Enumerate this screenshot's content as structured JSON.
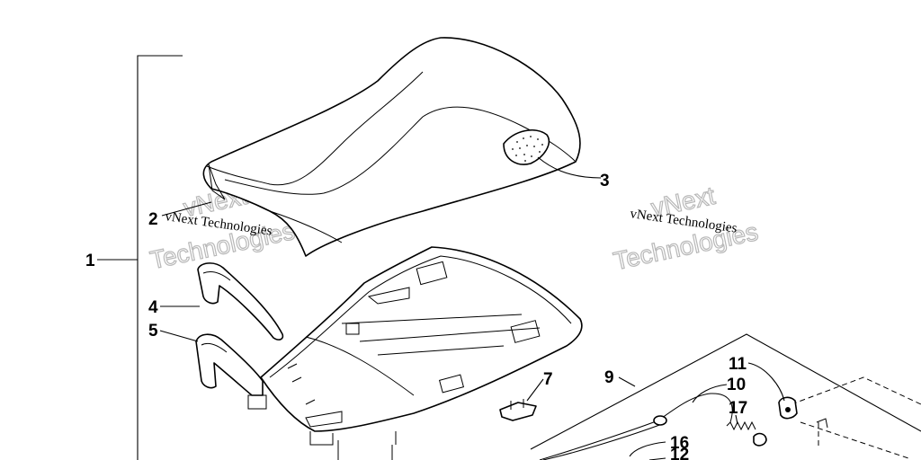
{
  "callouts": {
    "c1": "1",
    "c2": "2",
    "c3": "3",
    "c4": "4",
    "c5": "5",
    "c7": "7",
    "c9": "9",
    "c10": "10",
    "c11": "11",
    "c12": "12",
    "c16": "16",
    "c17": "17"
  },
  "watermark": {
    "small_text": "vNext Technologies",
    "large_line1": "vNext",
    "large_line2": "Technologies"
  }
}
